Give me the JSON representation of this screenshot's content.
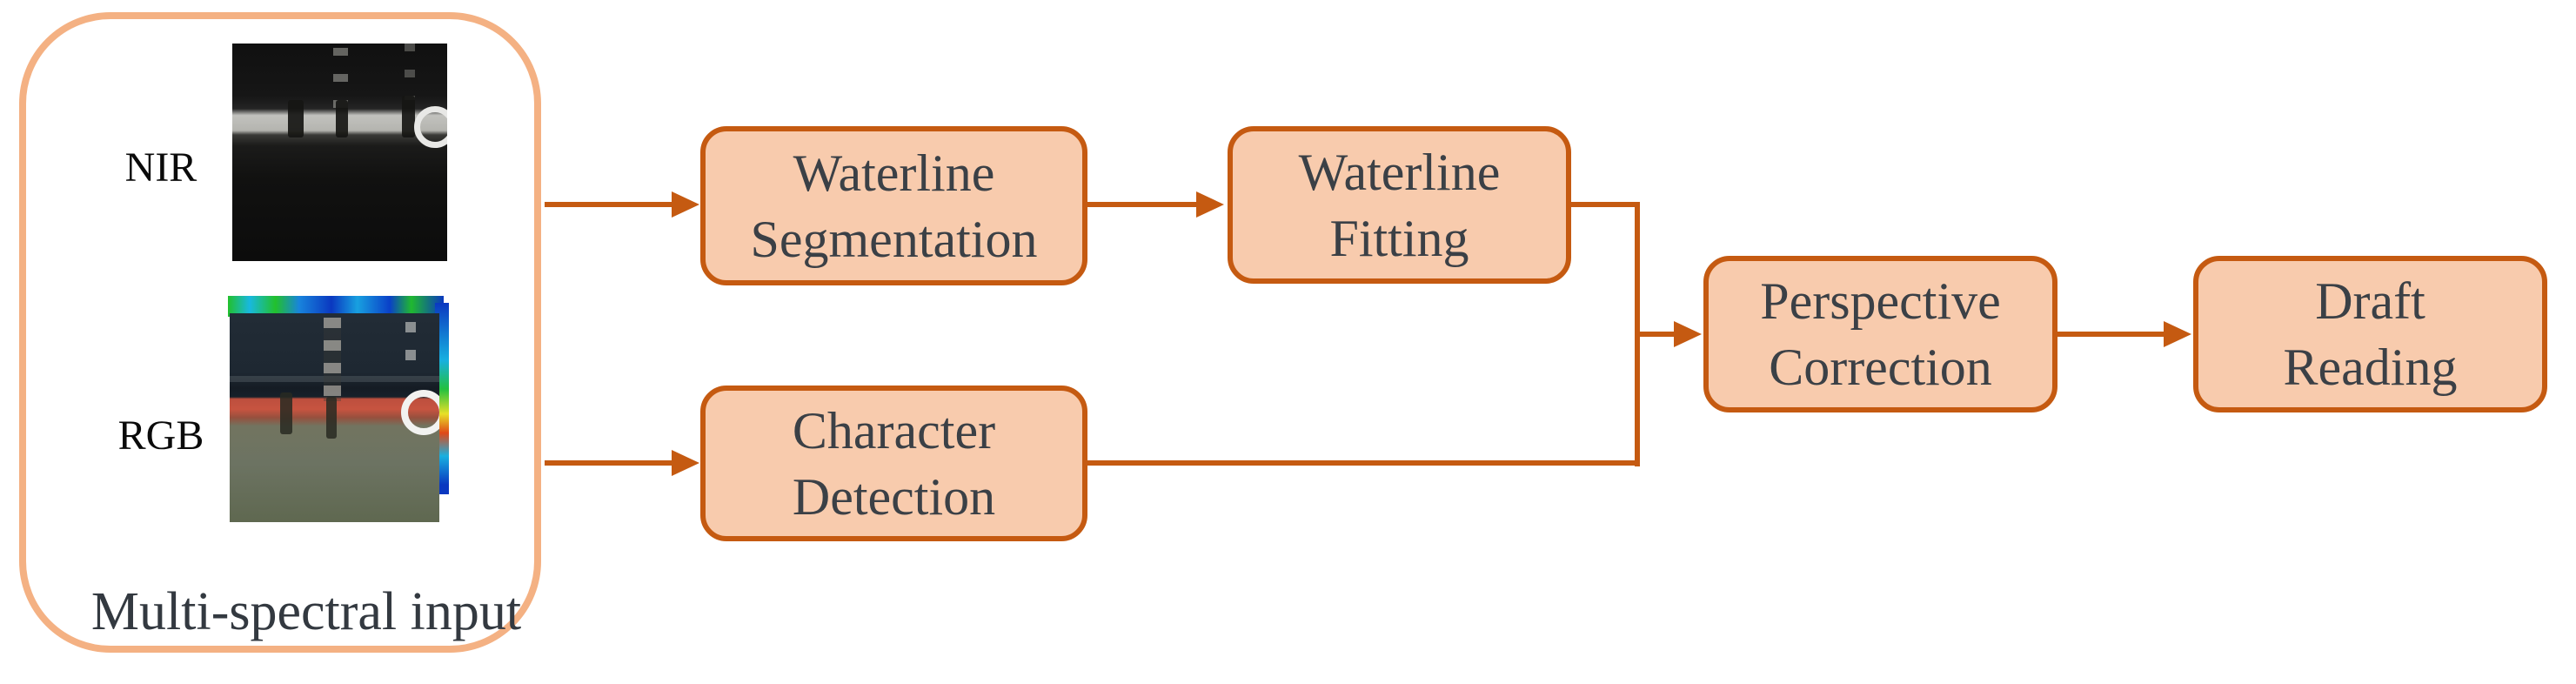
{
  "figure": {
    "title": "Draft reading pipeline diagram",
    "input_group": {
      "caption": "Multi-spectral input",
      "nir_label": "NIR",
      "rgb_label": "RGB",
      "images": [
        {
          "name": "nir-thumbnail",
          "description": "grayscale hull image with light waterline band"
        },
        {
          "name": "rgb-thumbnail",
          "description": "color hull image with red boot-top band and green water, spectral colored edges"
        }
      ]
    },
    "nodes": {
      "ws": {
        "line1": "Waterline",
        "line2": "Segmentation"
      },
      "cd": {
        "line1": "Character",
        "line2": "Detection"
      },
      "wf": {
        "line1": "Waterline",
        "line2": "Fitting"
      },
      "pc": {
        "line1": "Perspective",
        "line2": "Correction"
      },
      "dr": {
        "line1": "Draft",
        "line2": "Reading"
      }
    },
    "edges": [
      {
        "from": "multi-spectral-input",
        "to": "waterline-segmentation"
      },
      {
        "from": "multi-spectral-input",
        "to": "character-detection"
      },
      {
        "from": "waterline-segmentation",
        "to": "waterline-fitting"
      },
      {
        "from": "waterline-fitting",
        "to": "perspective-correction"
      },
      {
        "from": "character-detection",
        "to": "perspective-correction"
      },
      {
        "from": "perspective-correction",
        "to": "draft-reading"
      }
    ],
    "colors": {
      "box_fill": "#F8CBAD",
      "box_border": "#C55A11",
      "connector": "#C55A11",
      "container_border": "#F4B183",
      "box_text": "#3B4046",
      "label_text": "#0A0A0A",
      "caption_text": "#333940",
      "background": "#FFFFFF"
    }
  }
}
